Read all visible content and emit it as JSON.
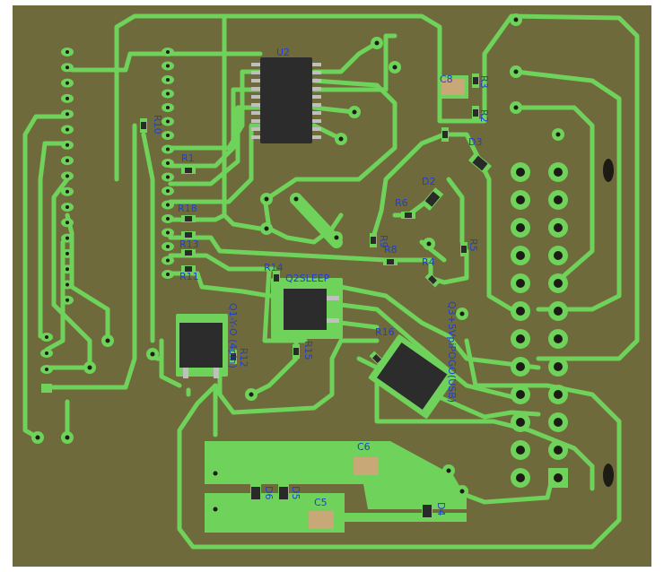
{
  "colors": {
    "board": "#6e6a3c",
    "copper": "#6fd25a",
    "copper_dark": "#3fa032",
    "hole": "#1c1c14",
    "ic_body": "#2c2c2c",
    "ic_pin": "#bfbfbf",
    "label": "#1f3fd6",
    "cap_body": "#c9a878",
    "resistor_body": "#2a2a2a"
  },
  "labels": {
    "u2": "U2",
    "c8": "C8",
    "r3": "R3",
    "r2": "R2",
    "r10": "R10",
    "r1": "R1",
    "d3": "D3",
    "d2": "D2",
    "r6": "R6",
    "r18": "R18",
    "r9": "R9",
    "r8": "R8",
    "r5": "R5",
    "r4": "R4",
    "r14": "R14",
    "r13": "R13",
    "r11": "R11",
    "q2": "Q2SLEEP",
    "q1": "Q1-Y-O (4pin)",
    "r12": "R12",
    "r15": "R15",
    "r16": "R16",
    "q3": "Q3+5VpiPOGO(USB)",
    "c6": "C6",
    "d6": "D6",
    "d5": "D5",
    "c5": "C5",
    "d4": "D4"
  }
}
